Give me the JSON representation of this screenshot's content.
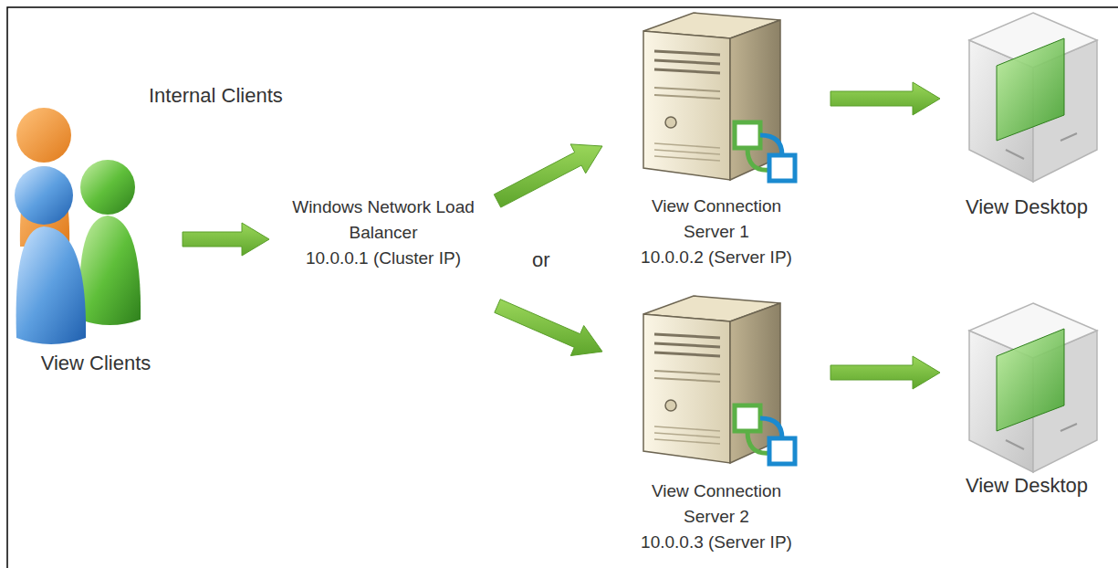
{
  "diagram": {
    "nodes": [
      {
        "text": [
          "View Clients"
        ]
      },
      {
        "text": [
          "Windows Network Load Balancer",
          "10.0.0.1 (Cluster IP)"
        ]
      },
      {
        "text": [
          "View Connection Server 1",
          "10.0.0.2 (Server IP)"
        ]
      },
      {
        "text": [
          "View Connection Server 2",
          "10.0.0.3 (Server IP)"
        ]
      },
      {
        "text": [
          "View Desktop"
        ]
      },
      {
        "text": [
          "View Desktop"
        ]
      }
    ],
    "edges": [
      {
        "from": 0,
        "to": 1,
        "arrow": "to"
      },
      {
        "from": 1,
        "to": 2,
        "arrow": "to"
      },
      {
        "from": 1,
        "to": 3,
        "arrow": "to"
      },
      {
        "from": 2,
        "to": 4,
        "arrow": "to"
      },
      {
        "from": 3,
        "to": 5,
        "arrow": "to"
      }
    ],
    "labels": [
      "Internal Clients",
      "or"
    ]
  }
}
